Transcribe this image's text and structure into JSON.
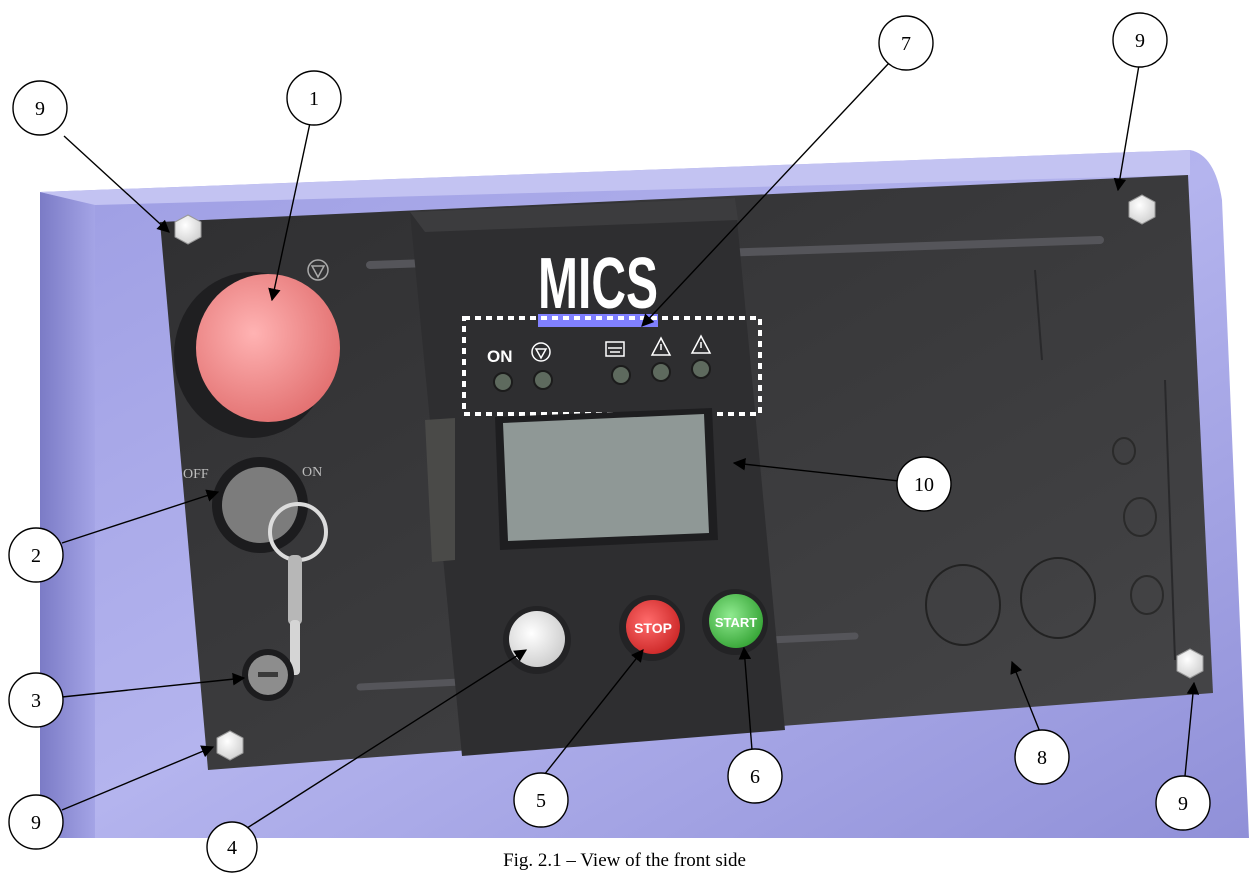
{
  "caption": "Fig. 2.1 – View of the front side",
  "panel": {
    "brand": "MICS",
    "indicator_on_label": "ON",
    "key_off_label": "OFF",
    "key_on_label": "ON",
    "stop_label": "STOP",
    "start_label": "START"
  },
  "callouts": [
    {
      "id": "1",
      "label": "1"
    },
    {
      "id": "2",
      "label": "2"
    },
    {
      "id": "3",
      "label": "3"
    },
    {
      "id": "4",
      "label": "4"
    },
    {
      "id": "5",
      "label": "5"
    },
    {
      "id": "6",
      "label": "6"
    },
    {
      "id": "7",
      "label": "7"
    },
    {
      "id": "8",
      "label": "8"
    },
    {
      "id": "9a",
      "label": "9"
    },
    {
      "id": "9b",
      "label": "9"
    },
    {
      "id": "9c",
      "label": "9"
    },
    {
      "id": "9d",
      "label": "9"
    },
    {
      "id": "10",
      "label": "10"
    }
  ],
  "colors": {
    "housing": "#a9a9e8",
    "panel": "#3d3d3f",
    "emergency": "#f08c8c",
    "stop": "#e63b3b",
    "start": "#4ec44e",
    "display": "#8f9896",
    "highlight": "#8080ff"
  }
}
